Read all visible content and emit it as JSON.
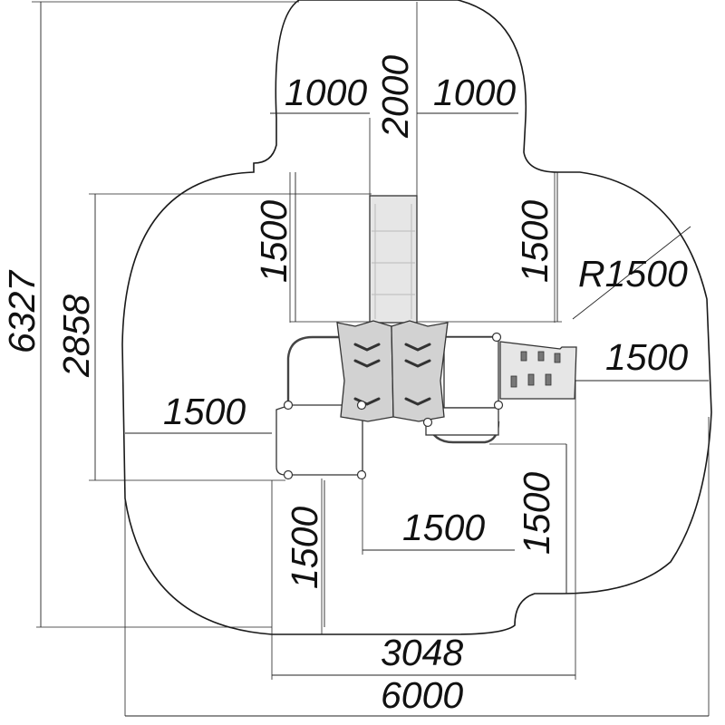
{
  "drawing": {
    "title": "",
    "dimensions": [
      {
        "id": "top-left-width",
        "value": "1000"
      },
      {
        "id": "top-center",
        "value": "2000"
      },
      {
        "id": "top-right-width",
        "value": "1000"
      },
      {
        "id": "upper-left-height",
        "value": "1500"
      },
      {
        "id": "upper-right-height",
        "value": "1500"
      },
      {
        "id": "radius",
        "value": "R1500"
      },
      {
        "id": "right-offset",
        "value": "1500"
      },
      {
        "id": "total-height",
        "value": "6327"
      },
      {
        "id": "equipment-depth",
        "value": "2858"
      },
      {
        "id": "left-offset",
        "value": "1500"
      },
      {
        "id": "bottom-inner-width",
        "value": "1500"
      },
      {
        "id": "bottom-right-height",
        "value": "1500"
      },
      {
        "id": "bottom-left-height",
        "value": "1500"
      },
      {
        "id": "equipment-width",
        "value": "3048"
      },
      {
        "id": "total-width",
        "value": "6000"
      }
    ]
  }
}
